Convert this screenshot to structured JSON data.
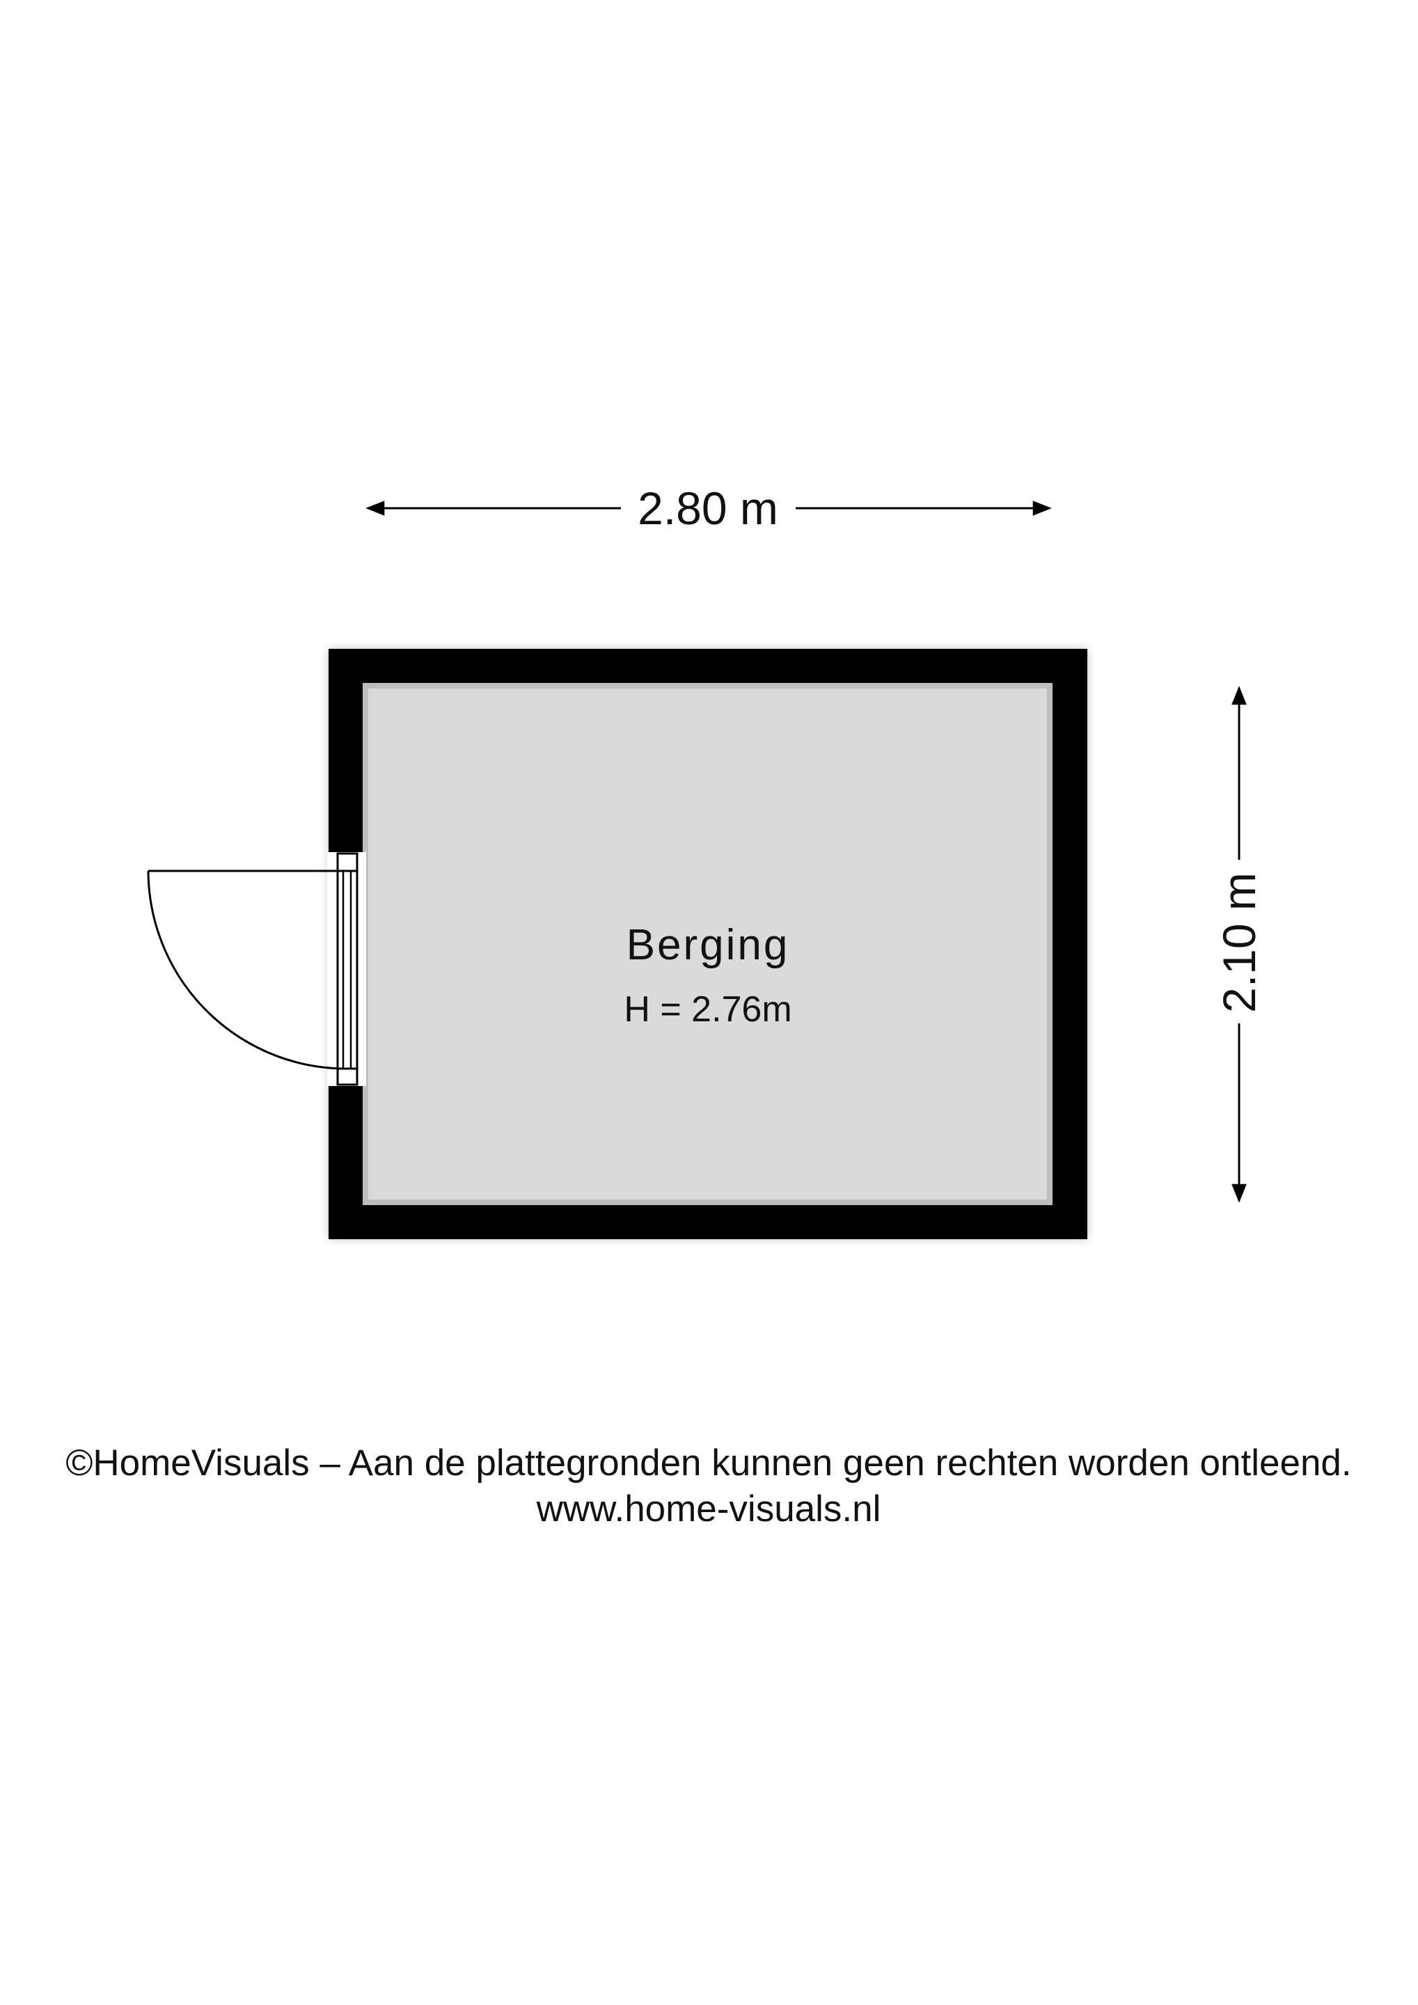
{
  "floorplan": {
    "width_dimension": "2.80 m",
    "height_dimension": "2.10 m",
    "room": {
      "name": "Berging",
      "height": "H = 2.76m"
    }
  },
  "footer": {
    "disclaimer": "©HomeVisuals – Aan de plattegronden kunnen geen rechten worden ontleend.",
    "website": "www.home-visuals.nl"
  },
  "colors": {
    "wall": "#000000",
    "floor": "#d9dadb",
    "background": "#ffffff"
  }
}
